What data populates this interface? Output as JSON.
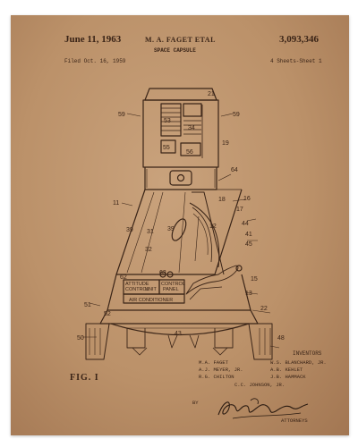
{
  "header": {
    "date": "June 11, 1963",
    "inventor_line": "M. A. FAGET ETAL",
    "patent_number": "3,093,346",
    "title": "SPACE CAPSULE",
    "filed": "Filed Oct. 16, 1959",
    "sheets": "4 Sheets-Sheet 1"
  },
  "figure": {
    "label": "FIG. I",
    "panel_left_1": "ATTITUDE",
    "panel_left_2": "CONTROL",
    "panel_left_3": "UNIT",
    "panel_right_1": "CONTROL",
    "panel_right_2": "PANEL",
    "air_conditioner": "AIR CONDITIONER",
    "ref_numbers": {
      "n21": "21",
      "n59a": "59",
      "n59b": "59",
      "n53": "53",
      "n34": "34",
      "n55": "55",
      "n56": "56",
      "n19": "19",
      "n64": "64",
      "n11": "11",
      "n18": "18",
      "n16": "16",
      "n17": "17",
      "n12": "12",
      "n39a": "39",
      "n31": "31",
      "n39b": "39",
      "n32": "32",
      "n44": "44",
      "n41": "41",
      "n45": "45",
      "n62": "62",
      "n63": "63",
      "n15": "15",
      "n13": "13",
      "n51": "51",
      "n52": "52",
      "n22": "22",
      "n50": "50",
      "n43": "43",
      "n48": "48"
    }
  },
  "inventors": {
    "heading": "INVENTORS",
    "col1": [
      "M.A. FAGET",
      "A.J. MEYER, JR.",
      "R.G. CHILTON"
    ],
    "col2": [
      "W.S. BLANCHARD, JR.",
      "A.B. KEHLET",
      "J.B. HAMMACK"
    ],
    "last": "C.C. JOHNSON, JR.",
    "by": "BY",
    "attorneys": "ATTORNEYS"
  },
  "colors": {
    "paper": "#bb9169",
    "ink": "#3a2417",
    "frame": "#ffffff"
  }
}
